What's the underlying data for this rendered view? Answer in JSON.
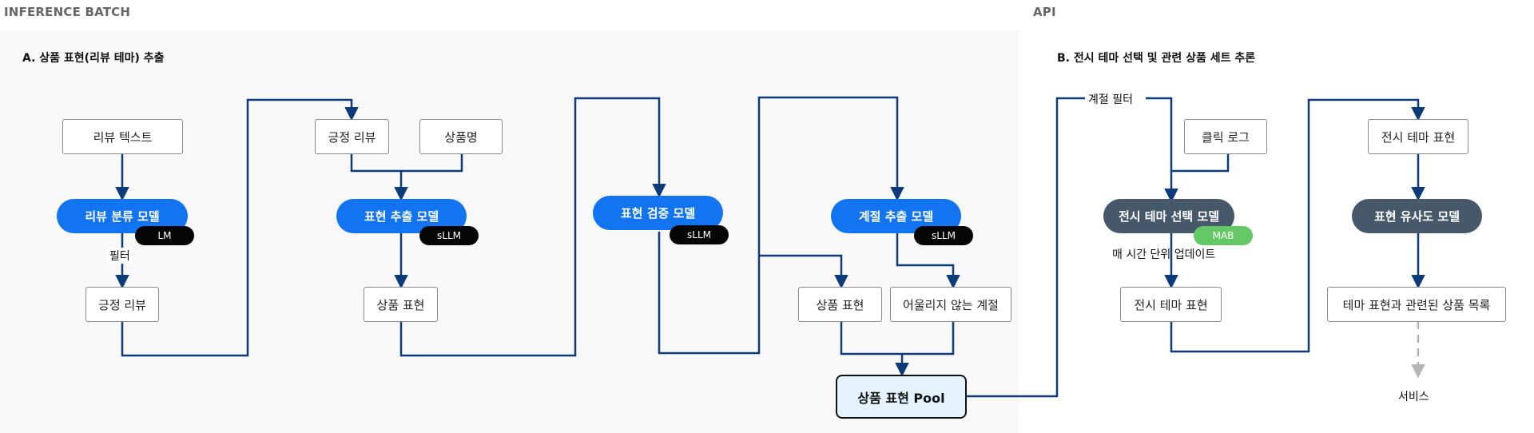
{
  "sections": {
    "batch": "INFERENCE BATCH",
    "api": "API"
  },
  "subtitles": {
    "a": "A. 상품 표현(리뷰 테마) 추출",
    "b": "B. 전시 테마 선택 및 관련 상품 세트 추론"
  },
  "nodes": {
    "review_text": "리뷰 텍스트",
    "review_cls_model": "리뷰 분류 모델",
    "review_cls_tag": "LM",
    "filter_label": "필터",
    "positive_review_1": "긍정 리뷰",
    "positive_review_2": "긍정 리뷰",
    "product_name": "상품명",
    "expr_extract_model": "표현 추출 모델",
    "expr_extract_tag": "sLLM",
    "product_expr_1": "상품 표현",
    "expr_verify_model": "표현 검증 모델",
    "expr_verify_tag": "sLLM",
    "season_extract_model": "계절 추출 모델",
    "season_extract_tag": "sLLM",
    "product_expr_2": "상품 표현",
    "unfit_season": "어울리지 않는 계절",
    "pool": "상품 표현 Pool",
    "season_filter": "계절 필터",
    "click_log": "클릭 로그",
    "theme_select_model": "전시 테마 선택 모델",
    "theme_select_tag": "MAB",
    "hourly_update": "매 시간 단위 업데이트",
    "display_theme_expr_1": "전시 테마 표현",
    "display_theme_expr_2": "전시 테마 표현",
    "similarity_model": "표현 유사도 모델",
    "related_products": "테마 표현과 관련된 상품 목록",
    "service": "서비스"
  },
  "colors": {
    "accent_blue": "#1274f0",
    "dark_slate": "#47586a",
    "edge_navy": "#0d3b7a",
    "mab_green": "#64c964",
    "pool_fill": "#e4f3fd",
    "dashed_gray": "#b5b5b5"
  }
}
